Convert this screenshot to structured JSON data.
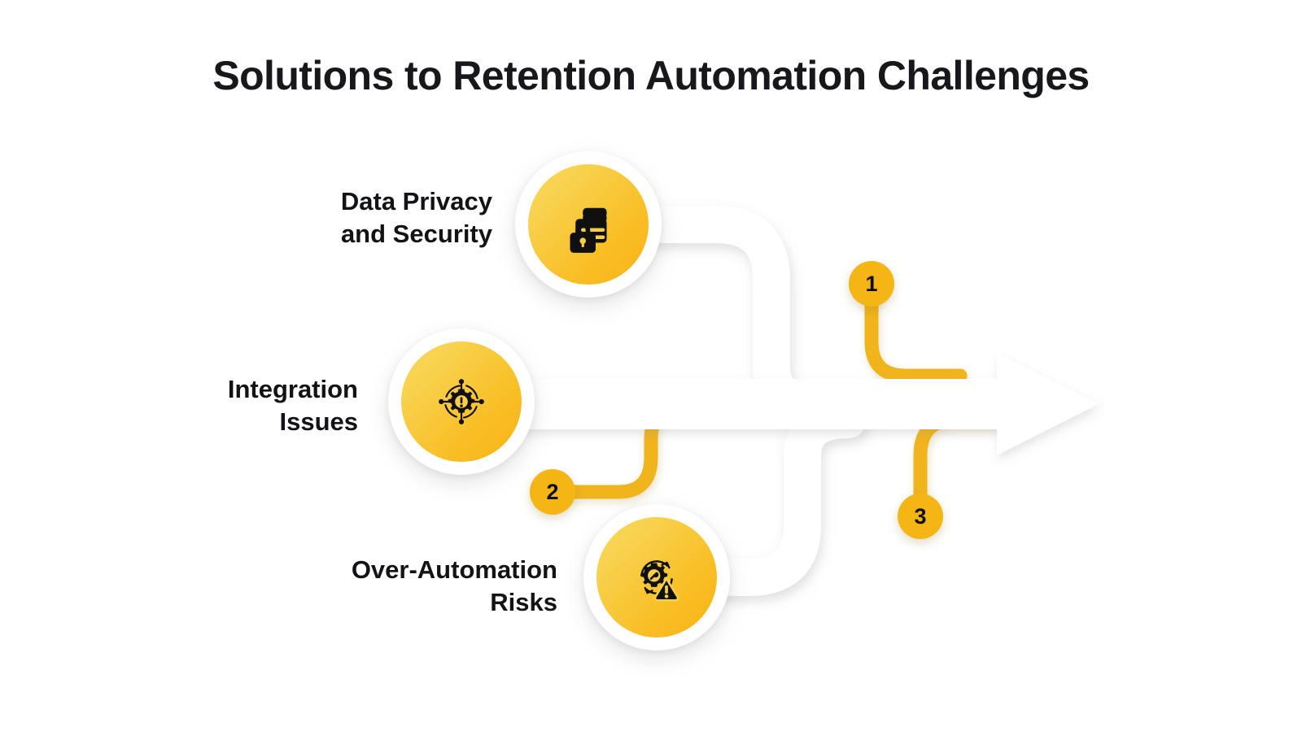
{
  "title": "Solutions to Retention Automation Challenges",
  "background": "#ffffff",
  "colors": {
    "title_text": "#16181c",
    "label_text": "#111317",
    "circle_gradient_start": "#FADA62",
    "circle_gradient_end": "#F7B315",
    "badge_fill": "#F5B615",
    "badge_text": "#0d0d0d",
    "connector_white": "#ffffff",
    "connector_amber": "#F0B41A",
    "arrow_fill": "#ffffff",
    "shadow": "rgba(150,150,160,0.28)"
  },
  "nodes": [
    {
      "label": "Data Privacy\nand Security",
      "icon": "folder-lock-icon",
      "position": "top"
    },
    {
      "label": "Integration\nIssues",
      "icon": "gear-alert-network-icon",
      "position": "middle"
    },
    {
      "label": "Over-Automation\nRisks",
      "icon": "gear-wrench-warning-icon",
      "position": "bottom"
    }
  ],
  "badges": [
    {
      "number": "1"
    },
    {
      "number": "2"
    },
    {
      "number": "3"
    }
  ],
  "arrow": {
    "name": "right-arrow",
    "direction": "right"
  }
}
